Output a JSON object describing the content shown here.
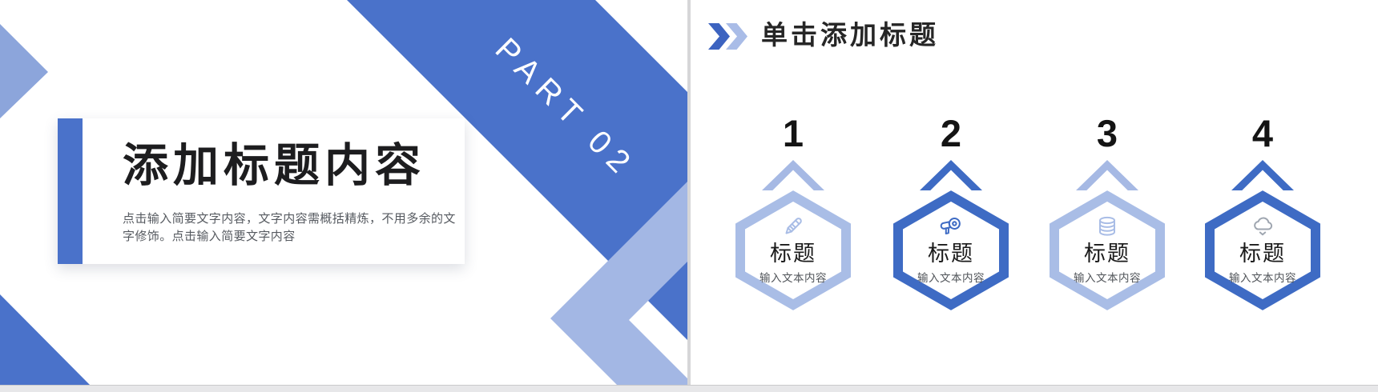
{
  "left_slide": {
    "part_label": "PART 02",
    "card": {
      "title": "添加标题内容",
      "body_line1": "点击输入简要文字内容，文字内容需概括精炼，不用多余的文",
      "body_line2": "字修饰。点击输入简要文字内容"
    }
  },
  "right_slide": {
    "header": {
      "title": "单击添加标题"
    },
    "items": [
      {
        "number": "1",
        "icon": "pencil-icon",
        "title": "标题",
        "subtitle": "输入文本内容",
        "tone": "light"
      },
      {
        "number": "2",
        "icon": "megaphone-icon",
        "title": "标题",
        "subtitle": "输入文本内容",
        "tone": "dark"
      },
      {
        "number": "3",
        "icon": "database-icon",
        "title": "标题",
        "subtitle": "输入文本内容",
        "tone": "light"
      },
      {
        "number": "4",
        "icon": "cloud-download-icon",
        "title": "标题",
        "subtitle": "输入文本内容",
        "tone": "dark"
      }
    ]
  },
  "colors": {
    "band_blue": "#4a72ca",
    "dark_blue": "#3e6bc4",
    "light_blue": "#a6b9e4",
    "pale_blue": "#8ca5db",
    "icon_gray": "#9fa6b0"
  }
}
